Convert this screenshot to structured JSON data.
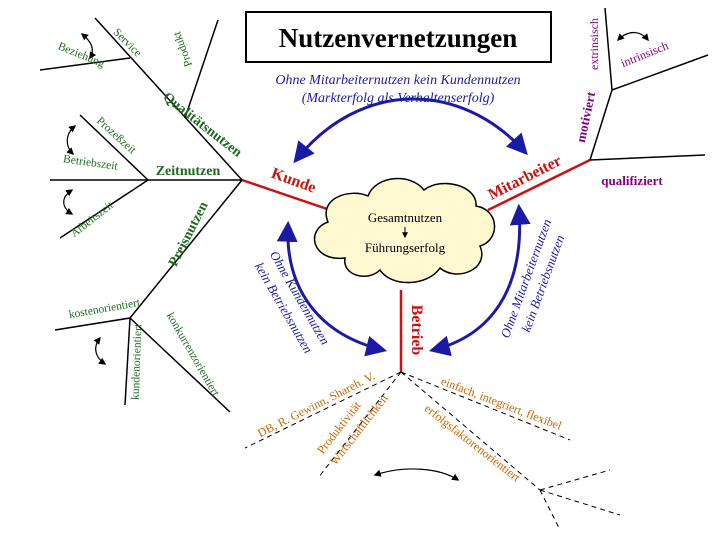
{
  "title": "Nutzenvernetzungen",
  "subtitle_line1": "Ohne Mitarbeiternutzen kein Kundennutzen",
  "subtitle_line2": "(Markterfolg als Verhaltenserfolg)",
  "center": {
    "line1": "Gesamtnutzen",
    "line2": "Führungserfolg"
  },
  "hubs": {
    "kunde": "Kunde",
    "mitarbeiter": "Mitarbeiter",
    "betrieb": "Betrieb"
  },
  "kunde_branch": {
    "qualitaetsnutzen": "Qualitätsnutzen",
    "zeitnutzen": "Zeitnutzen",
    "preisnutzen": "Preisnutzen",
    "service": "Service",
    "beziehung": "Beziehung",
    "produkt": "Produkt",
    "prozesszeit": "Prozeßzeit",
    "betriebszeit": "Betriebszeit",
    "arbeitszeit": "Arbeitszeit",
    "kostenorientiert": "kostenorientiert",
    "kundenorientiert": "kundenorientiert",
    "konkurrenzorientiert": "konkurrenzorientiert"
  },
  "mitarbeiter_branch": {
    "motiviert": "motiviert",
    "extrinsisch": "extrinsisch",
    "intrinsisch": "intrinsisch",
    "qualifiziert": "qualifiziert"
  },
  "betrieb_branch": {
    "db_gewinn": "DB, R. Gewinn, Shareh. V.",
    "produktivitaet": "Produktivität",
    "wirtschaftlichkeit": "Wirtschaftlichkeit",
    "einfach": "einfach, integriert, flexibel",
    "erfolgsfaktoren": "erfolgsfaktorenorientiert"
  },
  "arrow_labels": {
    "left_line1": "Ohne Kundennutzen",
    "left_line2": "kein Betriebsnutzen",
    "right_line1": "Ohne Mitarbeiternutzen",
    "right_line2": "kein Betriebsnutzen"
  },
  "colors": {
    "hub": "#cc1111",
    "kunde_branch": "#1d6b1d",
    "mitarbeiter_branch": "#800080",
    "betrieb_branch": "#cc6600",
    "arrows": "#1a1aa6"
  }
}
